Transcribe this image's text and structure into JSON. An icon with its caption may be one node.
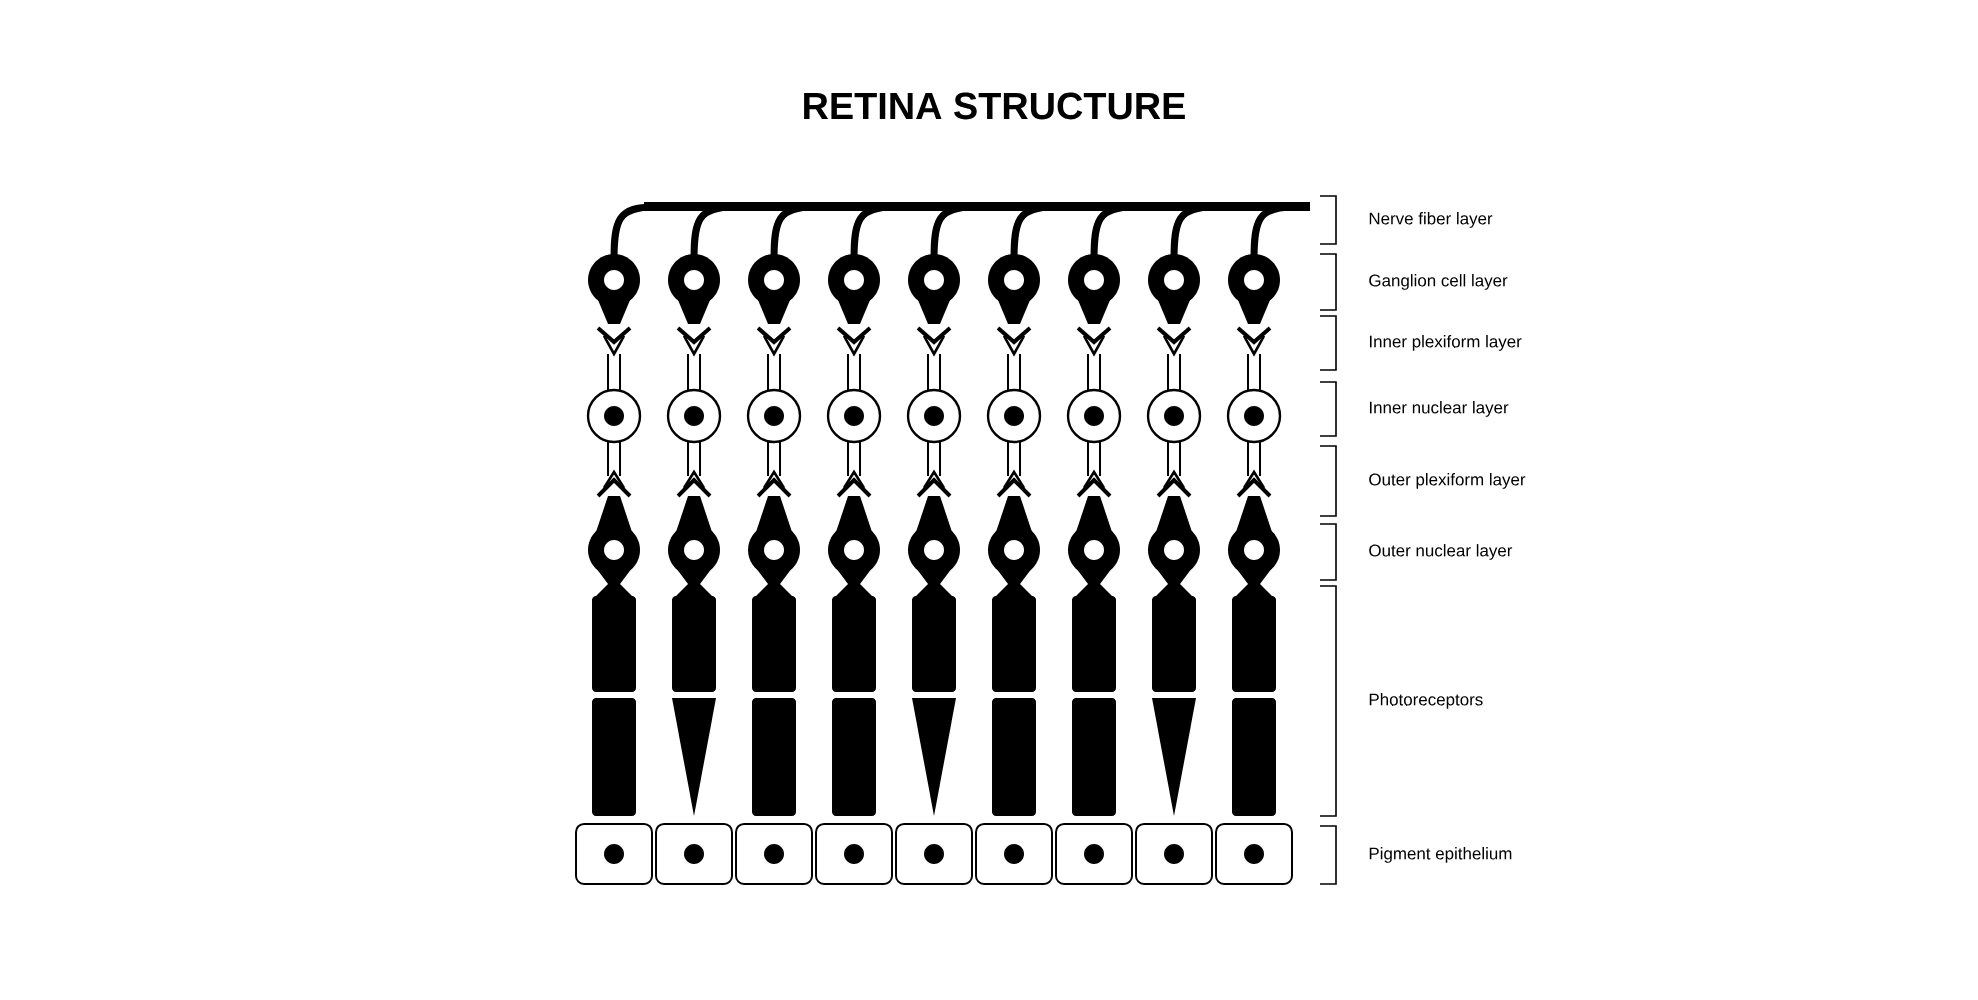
{
  "diagram": {
    "title": "RETINA STRUCTURE",
    "labels": [
      "Nerve fiber layer",
      "Ganglion cell layer",
      "Inner plexiform layer",
      "Inner nuclear layer",
      "Outer plexiform layer",
      "Outer nuclear layer",
      "Photoreceptors",
      "Pigment epithelium"
    ]
  }
}
